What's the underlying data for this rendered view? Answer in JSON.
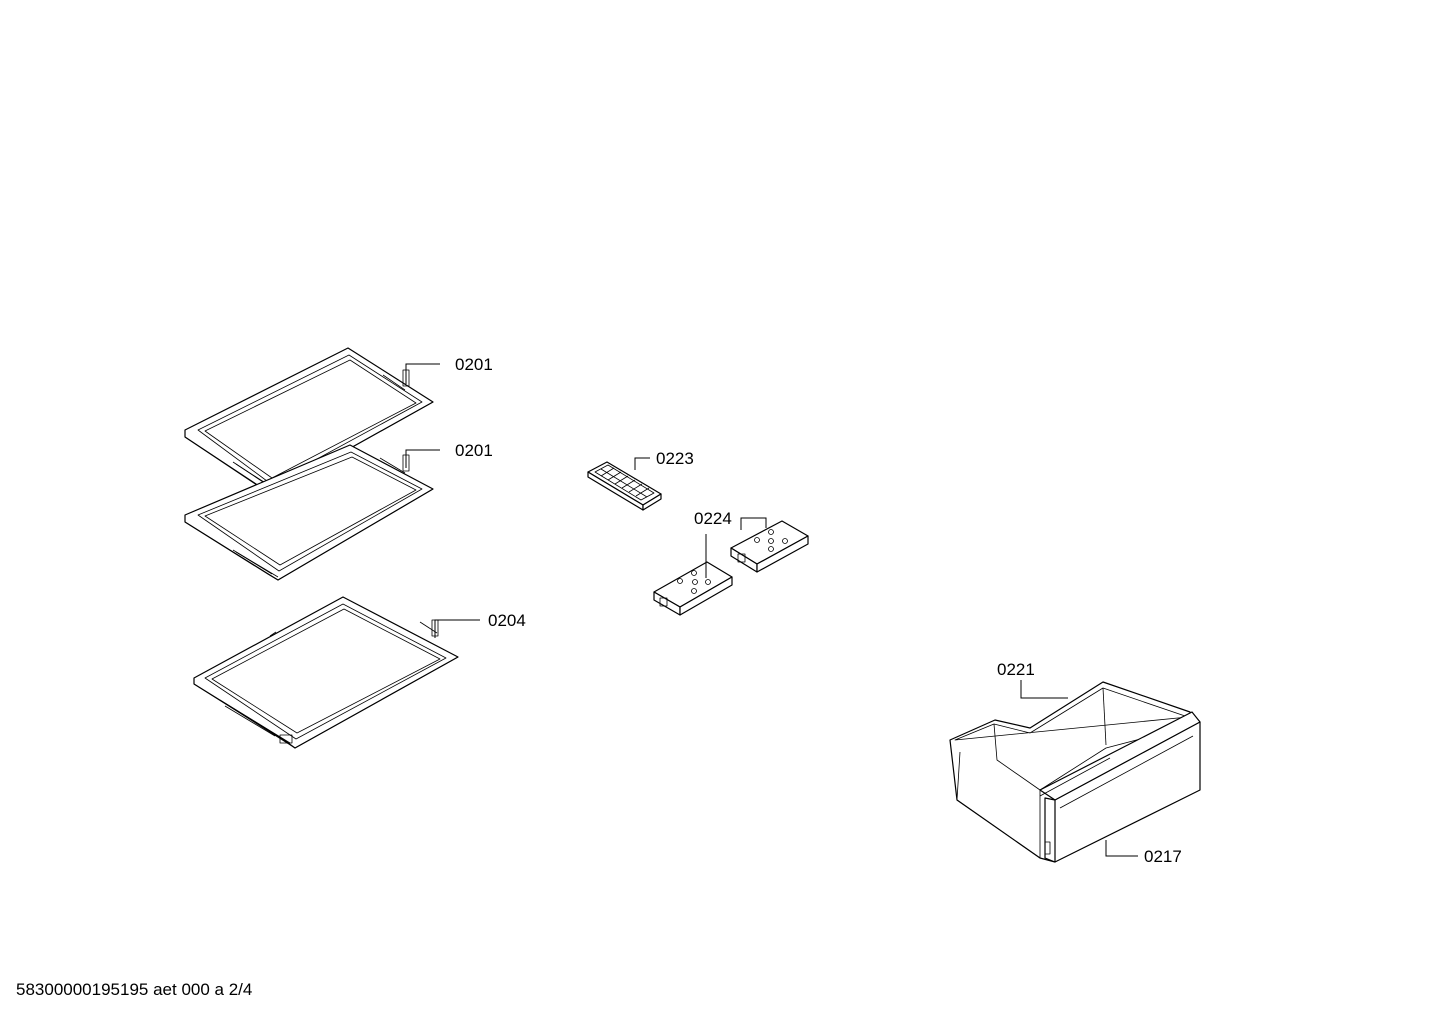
{
  "labels": {
    "shelf_top": "0201",
    "shelf_middle": "0201",
    "shelf_bottom": "0204",
    "ice_tray": "0223",
    "cold_packs": "0224",
    "drawer_body": "0221",
    "drawer_front": "0217"
  },
  "footer": {
    "document_code": "58300000195195 aet 000 a 2/4"
  },
  "colors": {
    "line": "#000000",
    "background": "#ffffff"
  }
}
